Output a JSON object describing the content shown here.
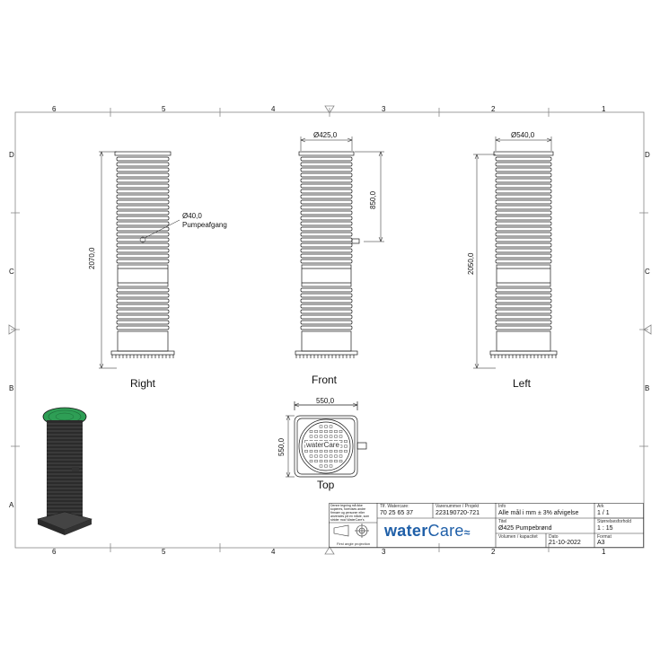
{
  "frame": {
    "top_numbers": [
      "6",
      "5",
      "4",
      "3",
      "2",
      "1"
    ],
    "bottom_numbers": [
      "6",
      "5",
      "4",
      "3",
      "2",
      "1"
    ],
    "zone_letters": [
      "D",
      "C",
      "B",
      "A"
    ]
  },
  "views": {
    "right": {
      "label": "Right",
      "height_dim": "2070,0",
      "outlet_dim": "Ø40,0",
      "outlet_label": "Pumpeafgang"
    },
    "front": {
      "label": "Front",
      "diameter_dim": "Ø425,0",
      "outlet_height_dim": "850,0"
    },
    "left": {
      "label": "Left",
      "diameter_dim": "Ø540,0",
      "height_dim": "2050,0"
    },
    "top": {
      "label": "Top",
      "width_dim": "550,0",
      "depth_dim": "550,0",
      "logo": "waterCare"
    }
  },
  "title_block": {
    "disclaimer": "Denne tegning må ikke kopieres, forevises andre firmaer og personer eller anvendes på en måde, som strider mod WaterCare's interesser.",
    "projection_label": "First angle projection",
    "phone_label": "Tlf. Watercare:",
    "phone": "70 25 65 37",
    "item_label": "Varenummer / Projekt",
    "item": "223190720-721",
    "info_label": "Info",
    "info": "Alle mål i mm ± 3% afvigelse",
    "sheet_label": "Ark",
    "sheet": "1  /  1",
    "title_label": "Titel",
    "title": "Ø425 Pumpebrønd",
    "scale_label": "Størrelsesforhold",
    "scale": "1 : 15",
    "volume_label": "Volumen / kapacitet",
    "date_label": "Dato",
    "date": "21-10-2022",
    "format_label": "Format",
    "format": "A3",
    "logo_water": "water",
    "logo_care": "Care"
  },
  "colors": {
    "line": "#1a1a1a",
    "logo_blue": "#1f5fa8",
    "lid_green": "#2e9e55",
    "body_dark": "#2b2b2b"
  }
}
